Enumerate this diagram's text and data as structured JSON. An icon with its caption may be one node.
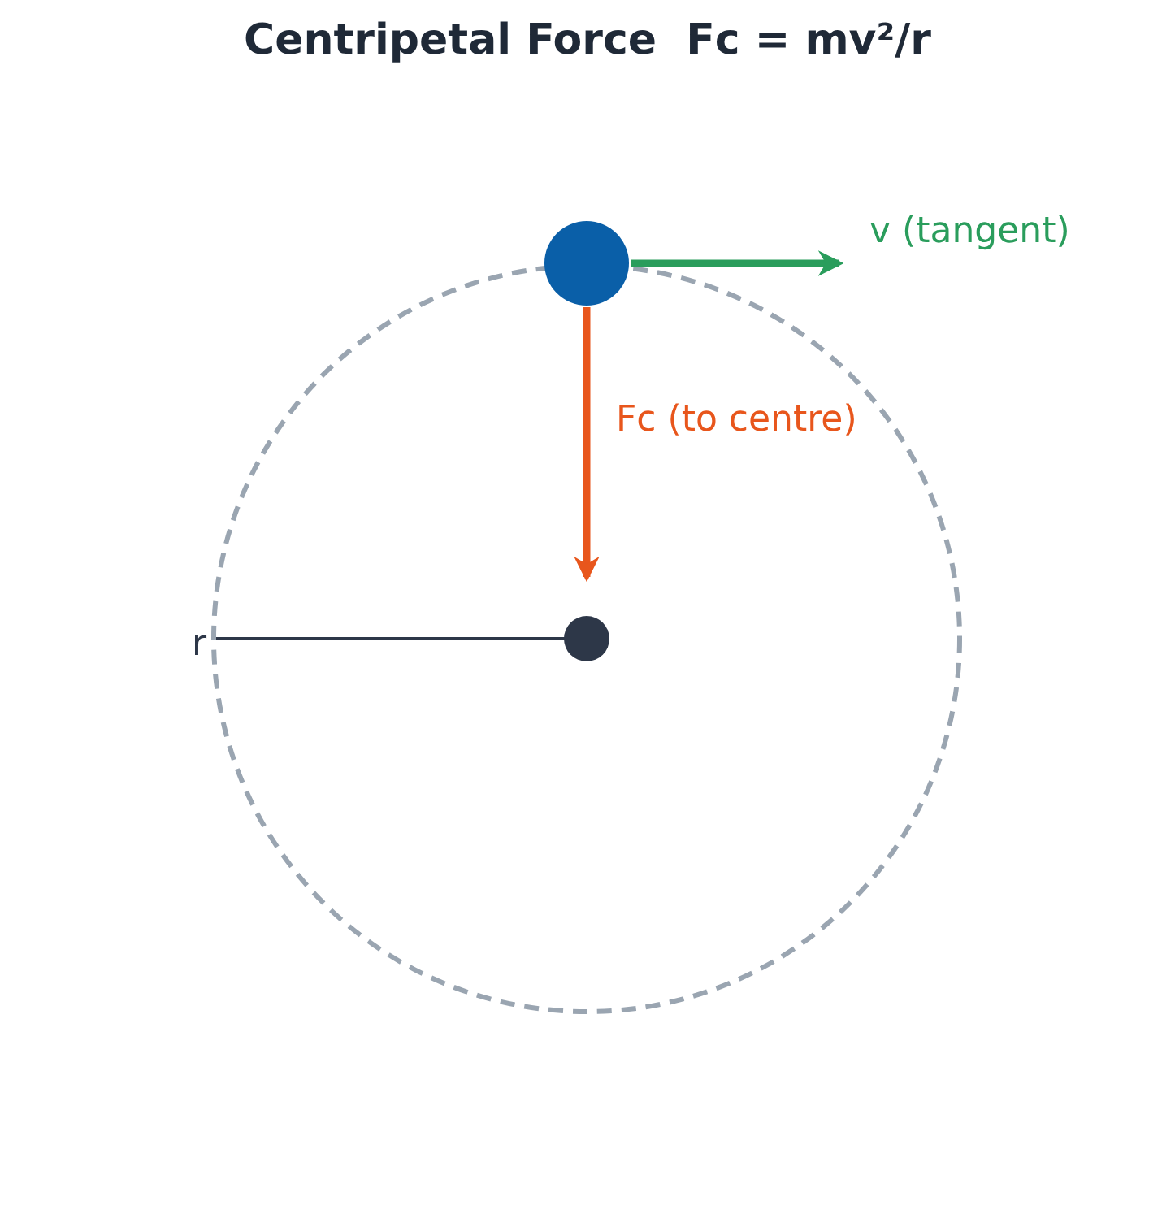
{
  "diagram": {
    "title": "Centripetal Force  Fc = mv²/r",
    "nodes": [
      {
        "text": [],
        "shape": "circle"
      },
      {
        "text": [],
        "shape": "circle"
      },
      {
        "text": [],
        "shape": "circle",
        "in": 0
      }
    ],
    "edges": [
      {
        "from": 1,
        "to": 2,
        "arrow": "to",
        "label": "Fc (to centre)"
      },
      {
        "from": 1,
        "to": null,
        "arrow": "to",
        "label": "v (tangent)",
        "color": "#2a9d5c"
      }
    ],
    "labels": [
      "r"
    ]
  }
}
